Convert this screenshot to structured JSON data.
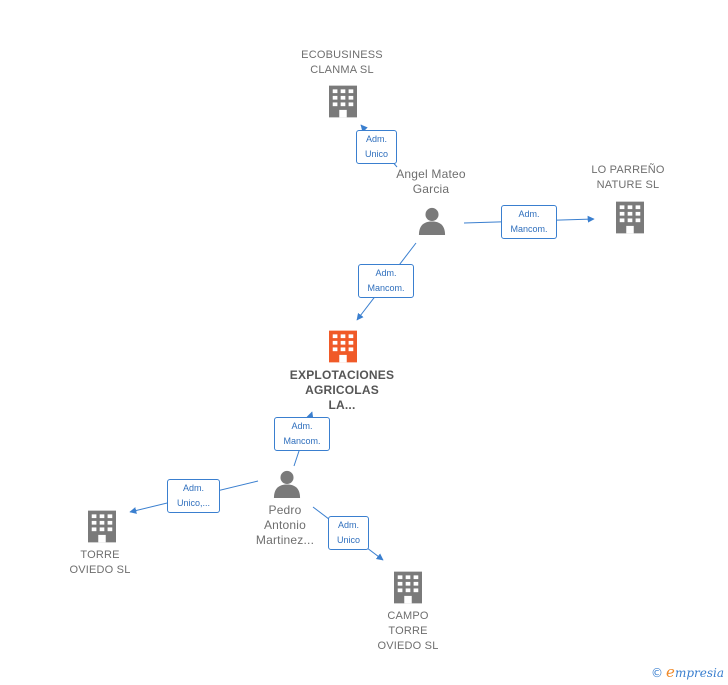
{
  "nodes": {
    "ecobusiness": {
      "label": "ECOBUSINESS\nCLANMA  SL",
      "type": "company"
    },
    "angel": {
      "label": "Angel Mateo\nGarcia",
      "type": "person"
    },
    "lo_parreno": {
      "label": "LO PARREÑO\nNATURE  SL",
      "type": "company"
    },
    "explotaciones": {
      "label": "EXPLOTACIONES\nAGRICOLAS\nLA...",
      "type": "company-main"
    },
    "pedro": {
      "label": "Pedro\nAntonio\nMartinez...",
      "type": "person"
    },
    "torre_oviedo": {
      "label": "TORRE\nOVIEDO  SL",
      "type": "company"
    },
    "campo_torre": {
      "label": "CAMPO\nTORRE\nOVIEDO  SL",
      "type": "company"
    }
  },
  "edges": {
    "angel_ecobusiness": "Adm.\nUnico",
    "angel_lo_parreno": "Adm.\nMancom.",
    "angel_explotaciones": "Adm.\nMancom.",
    "pedro_explotaciones": "Adm.\nMancom.",
    "pedro_torre": "Adm.\nUnico,...",
    "pedro_campo": "Adm.\nUnico"
  },
  "colors": {
    "company": "#7a7a7a",
    "main": "#f05a28",
    "edge": "#3a7fcf"
  },
  "icons": {
    "company": "building-icon",
    "person": "person-icon"
  },
  "footer": {
    "copyright": "©",
    "brand_initial": "e",
    "brand_rest": "mpresia"
  }
}
